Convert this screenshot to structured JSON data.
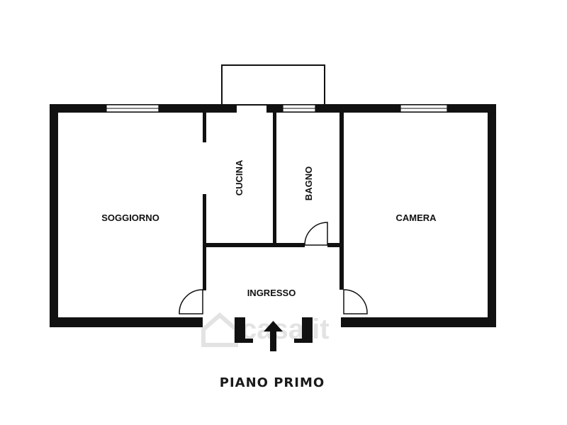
{
  "floor": {
    "name": "PIANO PRIMO"
  },
  "rooms": {
    "soggiorno": "SOGGIORNO",
    "cucina": "CUCINA",
    "bagno": "BAGNO",
    "camera": "CAMERA",
    "ingresso": "INGRESSO"
  },
  "watermark": {
    "text": "casa.it"
  },
  "colors": {
    "wall": "#111111",
    "background": "#ffffff",
    "watermark": "#e3e3e3"
  }
}
